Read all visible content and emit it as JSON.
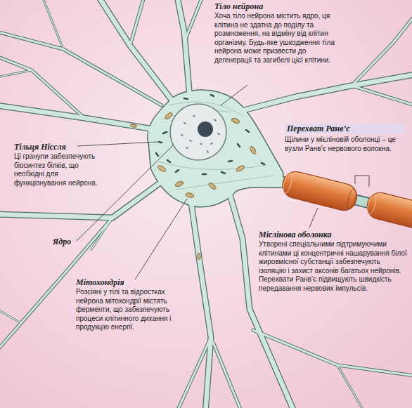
{
  "diagram": {
    "labels": [
      "Тіло нейрона",
      "Хоча тіло нейрона містить ядро, ця клітина не здатна до поділу та розмноження, на відміну від клітин організму. Будь-яке ушкодження тіла нейрона може призвести до дегенерації та загибелі цієї клітини.",
      "Тільця Ніссля",
      "Ці гранули забезпечують біосинтез білків, що необхідні для функціонування нейрона.",
      "Перехват Ранв’є",
      "Щілини у мієліновій оболонці – це вузли Ранв’є нервового волокна.",
      "Ядро",
      "Мієлінова оболонка",
      "Утворені спеціальними підтримуючими клітинами ці концентричні нашарування білої жировмісної субстанції забезпечують ізоляцію і захист аксонів багатьох нейронів. Перехвати Ранв’є підвищують швидкість передавання нервових імпульсів.",
      "Мітохондрія",
      "Розсіяні у тілі та відростках нейрона мітохондрії містять ферменти, що забезпечують процеси клітинного дихання і продукцію енергії."
    ]
  }
}
